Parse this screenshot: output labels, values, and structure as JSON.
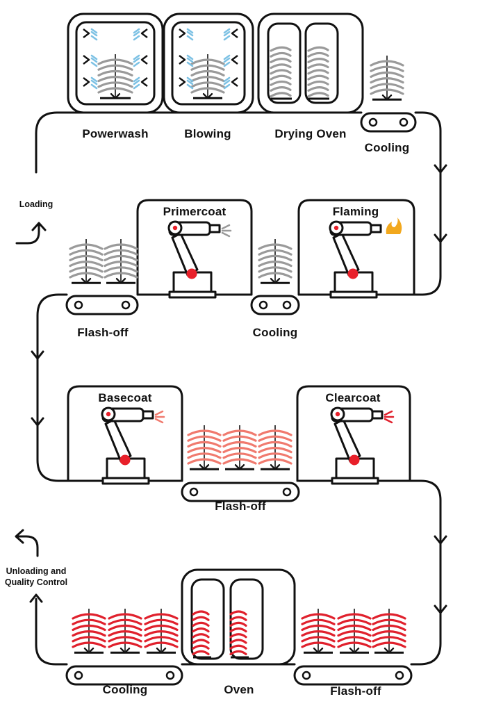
{
  "colors": {
    "line": "#111111",
    "part_grey": "#9a9a9a",
    "part_salmon": "#f07a6e",
    "part_red": "#e0202c",
    "water": "#7cc1e4",
    "flame": "#f2a81d",
    "robot_joint": "#e8202a"
  },
  "stations": {
    "powerwash": "Powerwash",
    "blowing": "Blowing",
    "drying_oven": "Drying Oven",
    "cooling_1": "Cooling",
    "loading": "Loading",
    "primercoat": "Primercoat",
    "flaming": "Flaming",
    "flash_off_1": "Flash-off",
    "cooling_2": "Cooling",
    "basecoat": "Basecoat",
    "clearcoat": "Clearcoat",
    "flash_off_2": "Flash-off",
    "unloading_line1": "Unloading and",
    "unloading_line2": "Quality Control",
    "cooling_3": "Cooling",
    "oven": "Oven",
    "flash_off_3": "Flash-off"
  },
  "icons": {
    "conveyor": "conveyor-icon",
    "robot": "robot-arm-icon",
    "flow_arrow": "flow-arrow-icon",
    "nozzle": "spray-nozzle-icon",
    "flame": "flame-icon",
    "rack": "parts-rack-icon"
  }
}
